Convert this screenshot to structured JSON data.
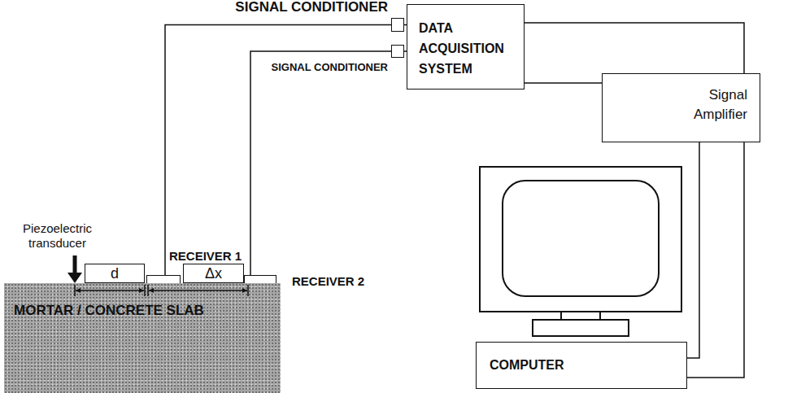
{
  "diagram": {
    "nodes": [
      {
        "text": [
          "SIGNAL CONDITIONER"
        ]
      },
      {
        "text": [
          "DATA ACQUISITION SYSTEM"
        ]
      },
      {
        "text": [
          "SIGNAL CONDITIONER"
        ]
      },
      {
        "text": [
          "Signal Amplifier"
        ]
      },
      {
        "text": [
          "RECEIVER 1"
        ]
      },
      {
        "text": [
          "RECEIVER 2"
        ]
      },
      {
        "text": [
          "d"
        ]
      },
      {
        "text": [
          "Δx"
        ]
      },
      {
        "text": [
          "MORTAR / CONCRETE SLAB"
        ]
      },
      {
        "text": [
          "COMPUTER"
        ]
      }
    ],
    "edges": [
      {
        "from": 4,
        "to": 0,
        "arrow": "none"
      },
      {
        "from": 5,
        "to": 2,
        "arrow": "none"
      },
      {
        "from": 0,
        "to": 1,
        "arrow": "none"
      },
      {
        "from": 2,
        "to": 1,
        "arrow": "none"
      },
      {
        "from": 1,
        "to": 3,
        "arrow": "none"
      },
      {
        "from": 1,
        "to": 3,
        "arrow": "none"
      },
      {
        "from": 3,
        "to": 9,
        "arrow": "none"
      },
      {
        "from": 3,
        "to": 9,
        "arrow": "none"
      }
    ],
    "labels": [
      "Piezoelectric transducer"
    ]
  }
}
